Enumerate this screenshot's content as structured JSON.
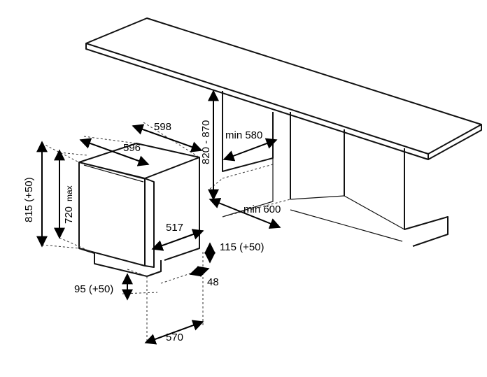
{
  "diagram": {
    "dimensions": {
      "appliance_width_outer": "598",
      "appliance_width_inner": "596",
      "height_range": "815 (+50)",
      "height_max_value": "720",
      "height_max_suffix": "max",
      "niche_height": "820 - 870",
      "niche_width": "min 580",
      "niche_depth": "min 600",
      "appliance_depth": "517",
      "plinth_height": "115 (+50)",
      "plinth_setback": "48",
      "foot_height": "95 (+50)",
      "door_depth": "570"
    }
  }
}
